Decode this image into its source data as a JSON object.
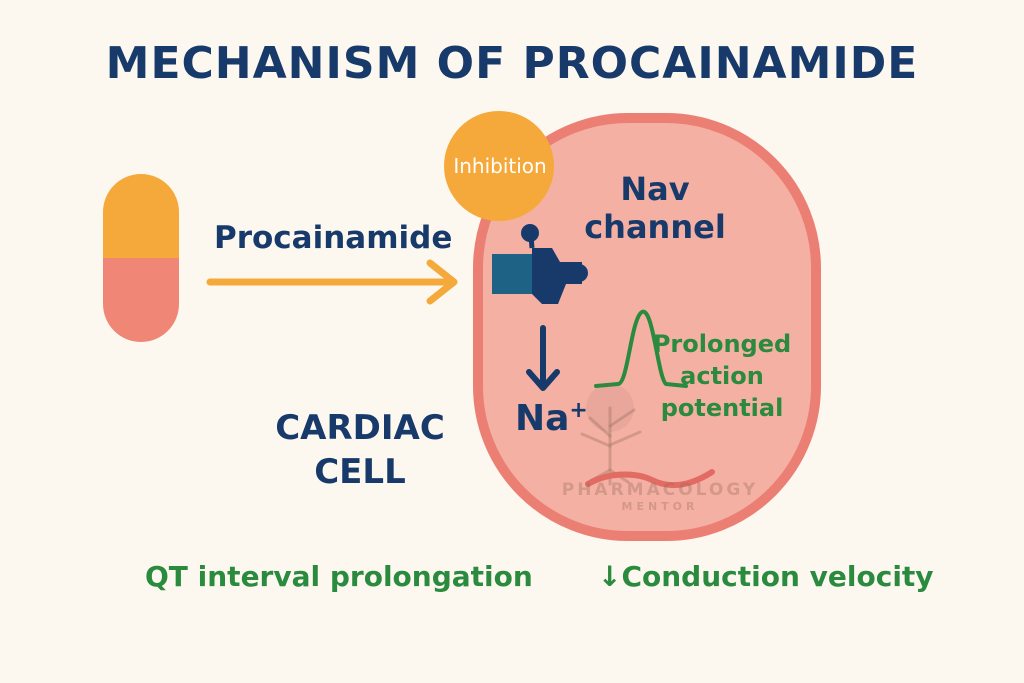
{
  "title": "MECHANISM OF PROCAINAMIDE",
  "drug": {
    "label": "Procainamide"
  },
  "channel": {
    "label_line1": "Nav",
    "label_line2": "channel"
  },
  "inhibition": {
    "label": "Inhibition"
  },
  "ion": {
    "label": "Na",
    "superscript": "+"
  },
  "action_potential": {
    "line1": "Prolonged",
    "line2": "action",
    "line3": "potential"
  },
  "cell": {
    "label_line1": "CARDIAC",
    "label_line2": "CELL"
  },
  "effects": {
    "qt": "QT interval prolongation",
    "conduction": "↓Conduction velocity"
  },
  "watermark": {
    "line1": "PHARMACOLOGY",
    "line2": "MENTOR"
  },
  "colors": {
    "background": "#fcf8ef",
    "navy": "#173a6b",
    "green": "#2a8a3e",
    "orange": "#f5a93a",
    "cell_fill": "#f5b0a4",
    "cell_border": "#ec7f73",
    "channel": "#1e6386"
  },
  "icons": {
    "capsule": "capsule-icon",
    "arrow": "right-arrow-icon",
    "channel": "sodium-channel-icon",
    "down_arrow": "down-arrow-icon",
    "wave": "action-potential-wave-icon",
    "tree": "tree-logo-icon"
  }
}
